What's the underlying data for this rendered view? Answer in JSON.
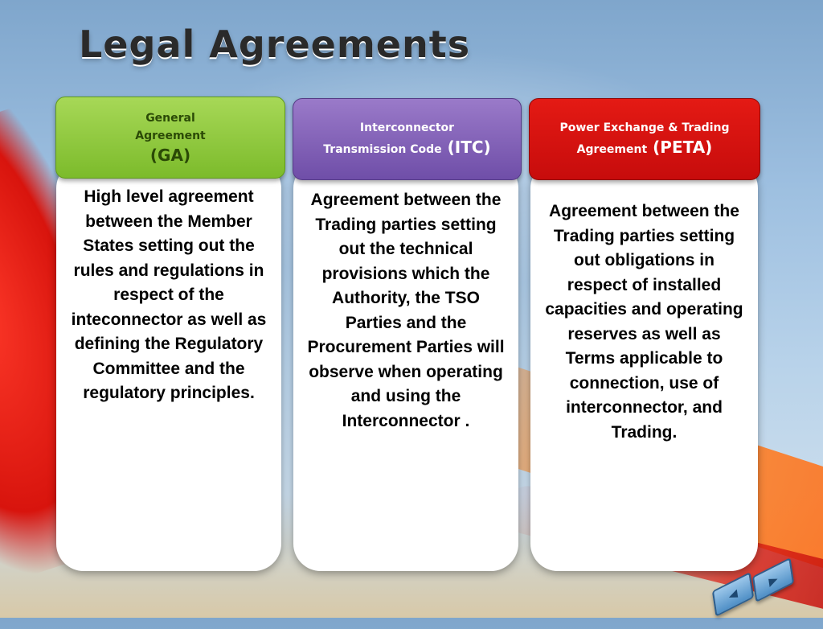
{
  "title": "Legal Agreements",
  "cards": [
    {
      "header_lines": [
        "General",
        "Agreement"
      ],
      "header_abbr": "(GA)",
      "body": "High level agreement between the Member States setting out the rules and regulations in respect of the inteconnector as well as defining the Regulatory Committee and the regulatory principles."
    },
    {
      "header_line1": "Interconnector",
      "header_line2": "Transmission Code",
      "header_abbr": "(ITC)",
      "body": "Agreement between the Trading parties setting out the technical provisions which the Authority, the TSO Parties and the Procurement Parties will observe when operating and using the Interconnector ."
    },
    {
      "header_line1": "Power Exchange & Trading",
      "header_line2": "Agreement",
      "header_abbr": "(PETA)",
      "body": "Agreement between the Trading parties setting out obligations in respect of installed capacities and operating reserves as well as Terms applicable to connection, use of interconnector, and Trading."
    }
  ],
  "nav": {
    "prev_icon": "prev-arrow-icon",
    "next_icon": "next-arrow-icon"
  },
  "colors": {
    "ga": "#7cbb2b",
    "itc": "#6f4ea8",
    "peta": "#c70c0c"
  }
}
